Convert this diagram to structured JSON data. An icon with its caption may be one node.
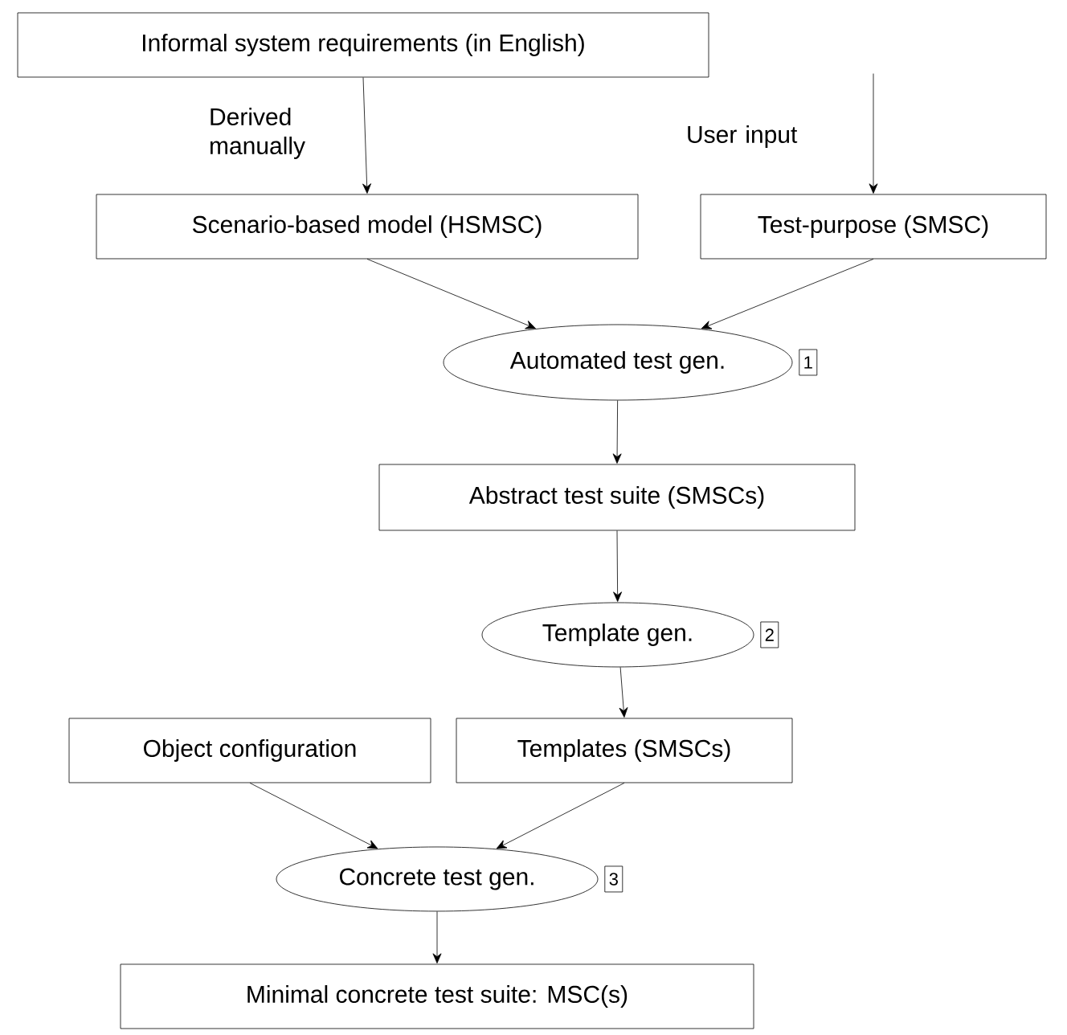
{
  "diagram": {
    "nodes": [
      {
        "text": [
          "Informal system requirements (in English)"
        ]
      },
      {
        "text": [
          "Scenario-based model (HSMSC)"
        ]
      },
      {
        "text": [
          "Test-purpose (SMSC)"
        ]
      },
      {
        "text": [
          "Automated test gen."
        ],
        "beside": [
          "1"
        ]
      },
      {
        "text": [
          "Abstract test suite (SMSCs)"
        ]
      },
      {
        "text": [
          "Template gen."
        ],
        "beside": [
          "2"
        ]
      },
      {
        "text": [
          "Templates (SMSCs)"
        ]
      },
      {
        "text": [
          "Object configuration"
        ]
      },
      {
        "text": [
          "Concrete test gen."
        ],
        "beside": [
          "3"
        ]
      },
      {
        "text": [
          "Minimal concrete test suite: MSC(s)"
        ]
      }
    ],
    "edges": [
      {
        "from": 0,
        "to": 1,
        "arrow": "to",
        "label": "Derived manually"
      },
      {
        "from": null,
        "to": 2,
        "arrow": "to",
        "label": "User input"
      },
      {
        "from": 1,
        "to": 3,
        "arrow": "to"
      },
      {
        "from": 2,
        "to": 3,
        "arrow": "to"
      },
      {
        "from": 3,
        "to": 4,
        "arrow": "to"
      },
      {
        "from": 4,
        "to": 5,
        "arrow": "to"
      },
      {
        "from": 5,
        "to": 6,
        "arrow": "to"
      },
      {
        "from": 7,
        "to": 8,
        "arrow": "to"
      },
      {
        "from": 6,
        "to": 8,
        "arrow": "to"
      },
      {
        "from": 8,
        "to": 9,
        "arrow": "to"
      }
    ]
  }
}
